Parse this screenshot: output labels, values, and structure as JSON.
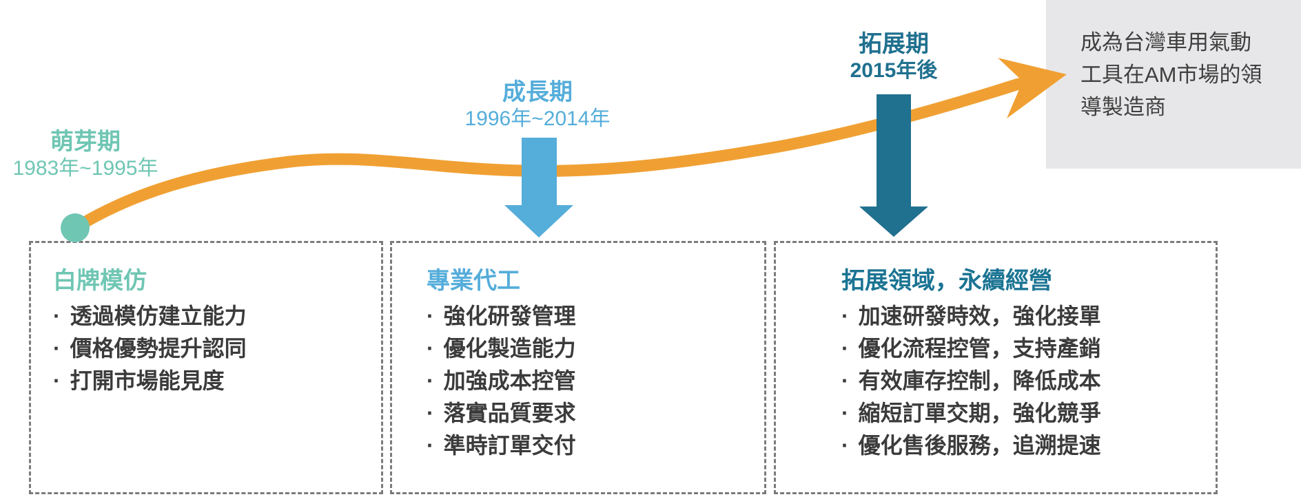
{
  "phases": [
    {
      "name": "萌芽期",
      "years": "1983年~1995年",
      "color": "#6FC6B3"
    },
    {
      "name": "成長期",
      "years": "1996年~2014年",
      "color": "#55ADDA"
    },
    {
      "name": "拓展期",
      "years": "2015年後",
      "color": "#20708F"
    }
  ],
  "goal": {
    "lines": [
      "成為台灣車用氣動",
      "工具在AM市場的領",
      "導製造商"
    ],
    "bg_color": "#E7E7E9",
    "text_color": "#3F3F3F"
  },
  "stages": [
    {
      "title": "白牌模仿",
      "title_color": "#6FC6B3",
      "bullets": [
        "透過模仿建立能力",
        "價格優勢提升認同",
        "打開市場能見度"
      ]
    },
    {
      "title": "專業代工",
      "title_color": "#55ADDA",
      "bullets": [
        "強化研發管理",
        "優化製造能力",
        "加強成本控管",
        "落實品質要求",
        "準時訂單交付"
      ]
    },
    {
      "title": "拓展領域，永續經營",
      "title_color": "#1B7493",
      "bullets": [
        "加速研發時效，強化接單",
        "優化流程控管，支持產銷",
        "有效庫存控制，降低成本",
        "縮短訂單交期，強化競爭",
        "優化售後服務，追溯提速"
      ]
    }
  ],
  "timeline": {
    "curve_color": "#F0A033",
    "dot_color": "#6FC6B3",
    "growth_arrow_color": "#55ADDA",
    "expansion_arrow_color": "#20708F",
    "border_color": "#7B7B7B",
    "body_text_color": "#3B3B3B"
  }
}
